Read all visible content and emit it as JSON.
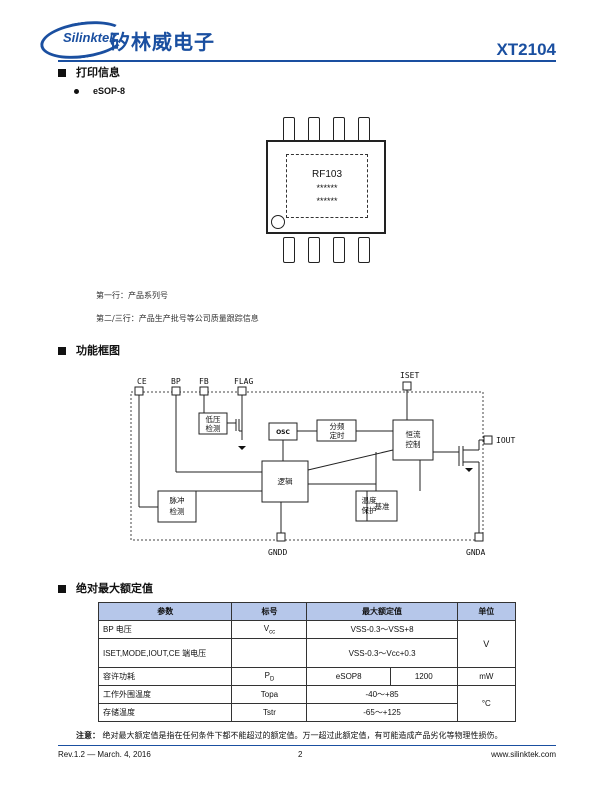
{
  "header": {
    "logo_text": "Silinktek",
    "logo_cn": "矽林威电子",
    "part_number": "XT2104"
  },
  "section_print": {
    "title": "打印信息",
    "package": "eSOP-8",
    "marking": {
      "line1": "RF103",
      "line2": "******",
      "line3": "******"
    },
    "note1": "第一行：产品系列号",
    "note2": "第二/三行：产品生产批号等公司质量跟踪信息"
  },
  "section_block": {
    "title": "功能框图",
    "pins": {
      "ce": "CE",
      "bp": "BP",
      "fb": "FB",
      "flag": "FLAG",
      "iset": "ISET",
      "iout": "IOUT",
      "gndd": "GNDD",
      "gnda": "GNDA"
    },
    "blocks": {
      "uvlo_1": "低压",
      "uvlo_2": "检测",
      "osc": "OSC",
      "div_1": "分频",
      "div_2": "定时",
      "cc_1": "恒流",
      "cc_2": "控制",
      "logic": "逻辑",
      "pulse_1": "脉冲",
      "pulse_2": "检测",
      "temp_1": "温度",
      "temp_2": "保护",
      "ref": "基准"
    }
  },
  "section_ratings": {
    "title": "绝对最大额定值",
    "headers": [
      "参数",
      "标号",
      "最大额定值",
      "单位"
    ],
    "rows": [
      {
        "param": "BP 电压",
        "sym_main": "V",
        "sym_sub": "cc",
        "value": "VSS-0.3～VSS+8"
      },
      {
        "param": "ISET,MODE,IOUT,CE 端电压",
        "value": "VSS-0.3～Vcc+0.3"
      },
      {
        "param": "容许功耗",
        "sym_main": "P",
        "sym_sub": "D",
        "pkg": "eSOP8",
        "value": "1200",
        "unit": "mW"
      },
      {
        "param": "工作外围温度",
        "symbol": "Topa",
        "value": "-40～+85"
      },
      {
        "param": "存储温度",
        "symbol": "Tstr",
        "value": "-65～+125"
      }
    ],
    "unit_v": "V",
    "unit_c": "°C",
    "note_label": "注意：",
    "note": "绝对最大额定值是指在任何条件下都不能超过的额定值。万一超过此额定值，有可能造成产品劣化等物理性损伤。"
  },
  "footer": {
    "rev": "Rev.1.2 — March. 4, 2016",
    "page": "2",
    "url": "www.silinktek.com"
  }
}
